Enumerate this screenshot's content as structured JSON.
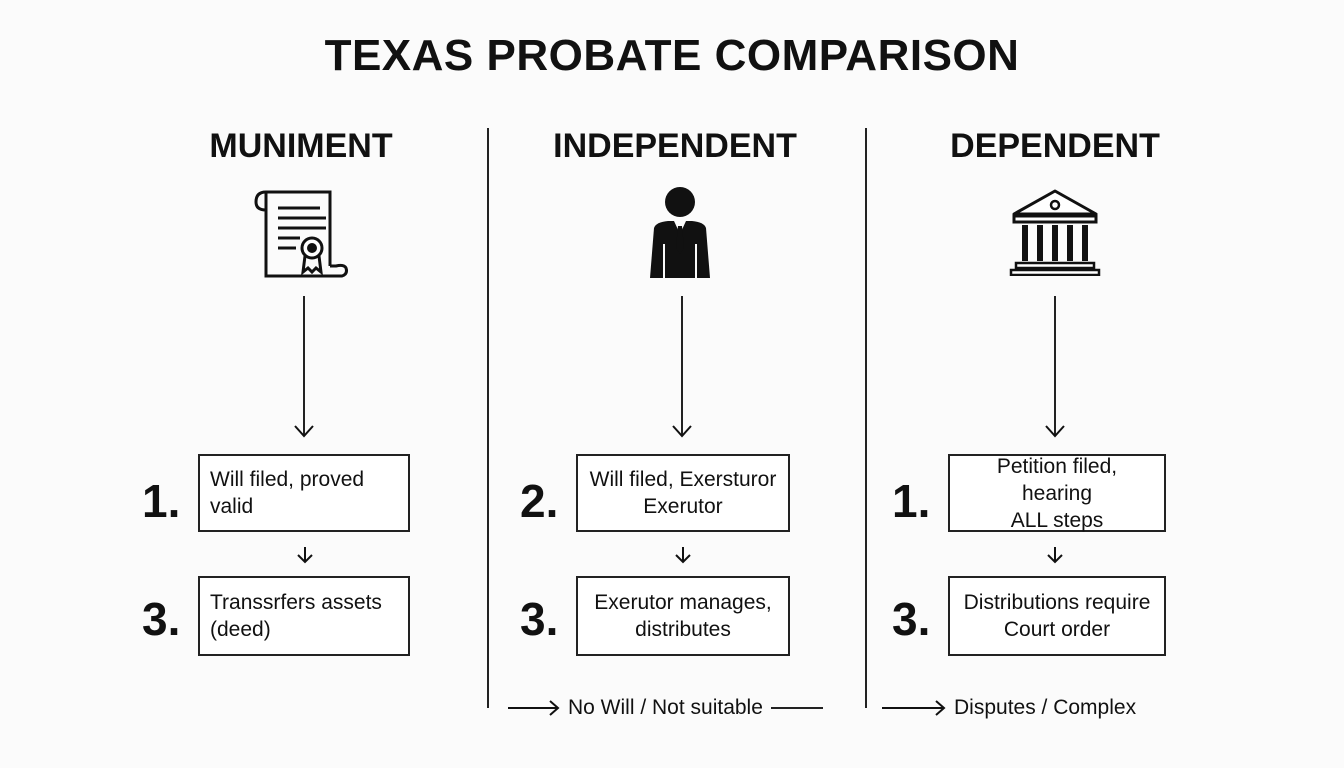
{
  "title": "TEXAS PROBATE COMPARISON",
  "columns": [
    {
      "heading": "MUNIMENT",
      "icon": "certificate-scroll-icon",
      "steps": [
        {
          "number": "1.",
          "line1": "Will filed, proved",
          "line2": "valid"
        },
        {
          "number": "3.",
          "line1": "Transsrfers assets",
          "line2": "(deed)"
        }
      ]
    },
    {
      "heading": "INDEPENDENT",
      "icon": "executor-person-icon",
      "steps": [
        {
          "number": "2.",
          "line1": "Will filed, Exersturor",
          "line2": "Exerutor"
        },
        {
          "number": "3.",
          "line1": "Exerutor manages,",
          "line2": "distributes"
        }
      ]
    },
    {
      "heading": "DEPENDENT",
      "icon": "courthouse-icon",
      "steps": [
        {
          "number": "1.",
          "line1": "Petition filed, hearing",
          "line2": "ALL steps"
        },
        {
          "number": "3.",
          "line1": "Distributions require",
          "line2": "Court order"
        }
      ]
    }
  ],
  "footer": {
    "independent_note": "No Will / Not suitable",
    "dependent_note": "Disputes / Complex"
  }
}
